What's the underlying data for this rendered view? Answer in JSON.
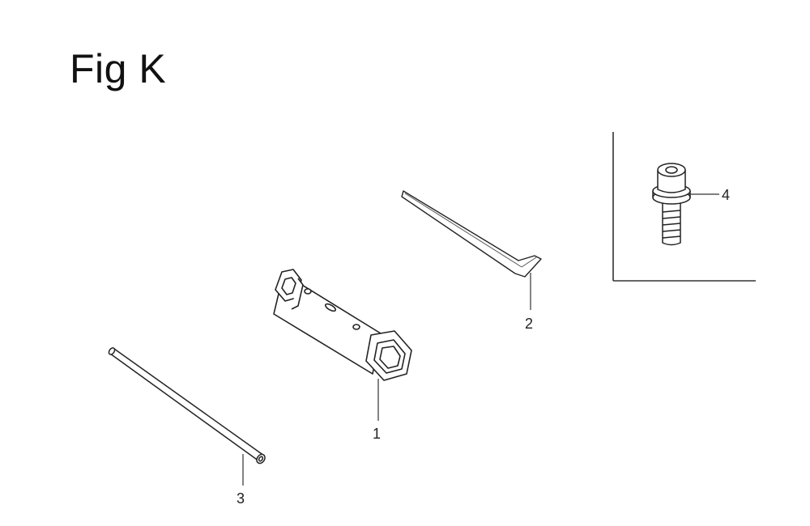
{
  "figure": {
    "title": "Fig K"
  },
  "parts": [
    {
      "ref": "1",
      "icon": "box-wrench-icon"
    },
    {
      "ref": "2",
      "icon": "hex-key-icon"
    },
    {
      "ref": "3",
      "icon": "tommy-bar-icon"
    },
    {
      "ref": "4",
      "icon": "socket-cap-bolt-icon"
    }
  ]
}
